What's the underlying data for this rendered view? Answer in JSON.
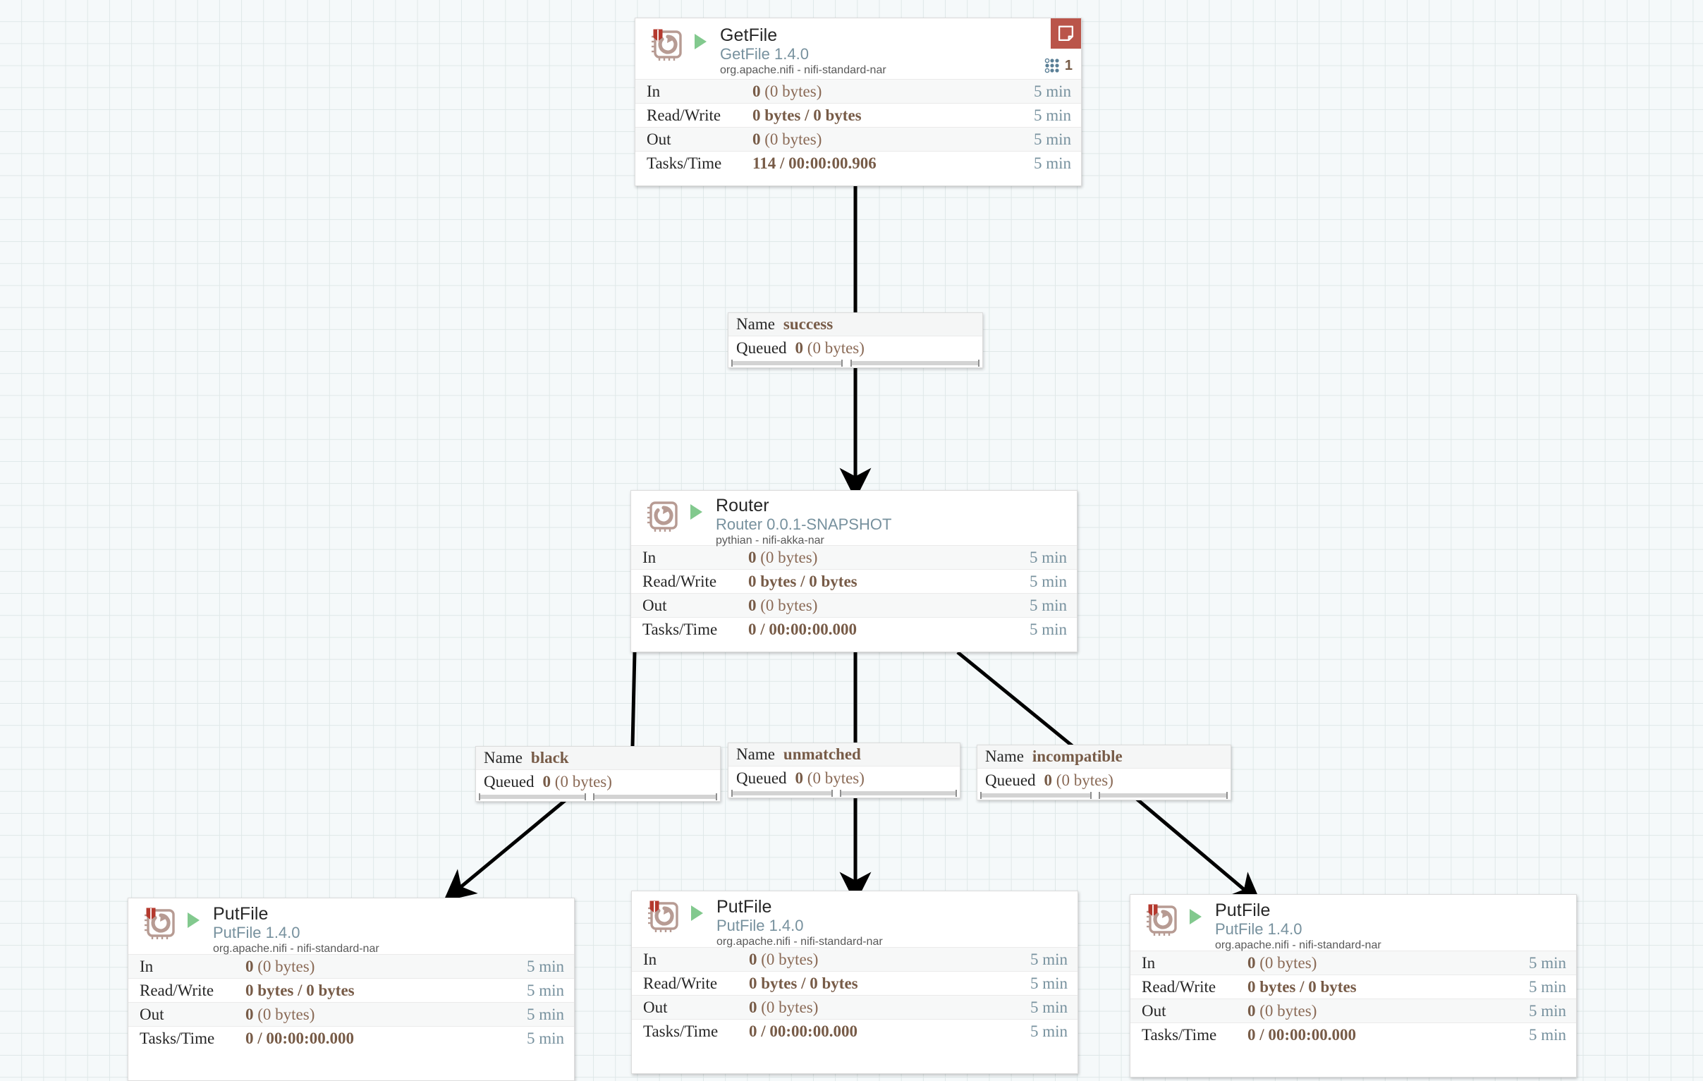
{
  "canvas": {
    "app": "Apache NiFi Flow Canvas",
    "grid_color": "#dfe8e8",
    "background_color": "#f5f9fa",
    "accent_running": "#82c98e",
    "accent_bulletin": "#ba554a",
    "stat_value_color": "#775b47",
    "stat_time_color": "#77919e"
  },
  "stat_labels": {
    "in": "In",
    "read_write": "Read/Write",
    "out": "Out",
    "tasks_time": "Tasks/Time",
    "queued": "Queued",
    "name": "Name"
  },
  "processors": [
    {
      "id": "getfile",
      "name": "GetFile",
      "type": "GetFile 1.4.0",
      "bundle": "org.apache.nifi - nifi-standard-nar",
      "state": "running",
      "has_bulletin": true,
      "bulletin_icon": "bulletin-note-icon",
      "thread_count": "1",
      "has_shield": true,
      "stats": {
        "in_value": "0",
        "in_sub": "(0 bytes)",
        "in_time": "5 min",
        "rw_value": "0 bytes / 0 bytes",
        "rw_time": "5 min",
        "out_value": "0",
        "out_sub": "(0 bytes)",
        "out_time": "5 min",
        "tasks_value": "114 / 00:00:00.906",
        "tasks_time": "5 min"
      }
    },
    {
      "id": "router",
      "name": "Router",
      "type": "Router 0.0.1-SNAPSHOT",
      "bundle": "pythian - nifi-akka-nar",
      "state": "running",
      "has_bulletin": false,
      "thread_count": "",
      "has_shield": false,
      "stats": {
        "in_value": "0",
        "in_sub": "(0 bytes)",
        "in_time": "5 min",
        "rw_value": "0 bytes / 0 bytes",
        "rw_time": "5 min",
        "out_value": "0",
        "out_sub": "(0 bytes)",
        "out_time": "5 min",
        "tasks_value": "0 / 00:00:00.000",
        "tasks_time": "5 min"
      }
    },
    {
      "id": "putfile-left",
      "name": "PutFile",
      "type": "PutFile 1.4.0",
      "bundle": "org.apache.nifi - nifi-standard-nar",
      "state": "running",
      "has_bulletin": false,
      "thread_count": "",
      "has_shield": true,
      "stats": {
        "in_value": "0",
        "in_sub": "(0 bytes)",
        "in_time": "5 min",
        "rw_value": "0 bytes / 0 bytes",
        "rw_time": "5 min",
        "out_value": "0",
        "out_sub": "(0 bytes)",
        "out_time": "5 min",
        "tasks_value": "0 / 00:00:00.000",
        "tasks_time": "5 min"
      }
    },
    {
      "id": "putfile-middle",
      "name": "PutFile",
      "type": "PutFile 1.4.0",
      "bundle": "org.apache.nifi - nifi-standard-nar",
      "state": "running",
      "has_bulletin": false,
      "thread_count": "",
      "has_shield": true,
      "stats": {
        "in_value": "0",
        "in_sub": "(0 bytes)",
        "in_time": "5 min",
        "rw_value": "0 bytes / 0 bytes",
        "rw_time": "5 min",
        "out_value": "0",
        "out_sub": "(0 bytes)",
        "out_time": "5 min",
        "tasks_value": "0 / 00:00:00.000",
        "tasks_time": "5 min"
      }
    },
    {
      "id": "putfile-right",
      "name": "PutFile",
      "type": "PutFile 1.4.0",
      "bundle": "org.apache.nifi - nifi-standard-nar",
      "state": "running",
      "has_bulletin": false,
      "thread_count": "",
      "has_shield": true,
      "stats": {
        "in_value": "0",
        "in_sub": "(0 bytes)",
        "in_time": "5 min",
        "rw_value": "0 bytes / 0 bytes",
        "rw_time": "5 min",
        "out_value": "0",
        "out_sub": "(0 bytes)",
        "out_time": "5 min",
        "tasks_value": "0 / 00:00:00.000",
        "tasks_time": "5 min"
      }
    }
  ],
  "connections": [
    {
      "id": "conn-success",
      "name": "success",
      "queued_value": "0",
      "queued_sub": "(0 bytes)",
      "source": "GetFile",
      "destination": "Router"
    },
    {
      "id": "conn-black",
      "name": "black",
      "queued_value": "0",
      "queued_sub": "(0 bytes)",
      "source": "Router",
      "destination": "PutFile"
    },
    {
      "id": "conn-unmatched",
      "name": "unmatched",
      "queued_value": "0",
      "queued_sub": "(0 bytes)",
      "source": "Router",
      "destination": "PutFile"
    },
    {
      "id": "conn-incompatible",
      "name": "incompatible",
      "queued_value": "0",
      "queued_sub": "(0 bytes)",
      "source": "Router",
      "destination": "PutFile"
    }
  ]
}
